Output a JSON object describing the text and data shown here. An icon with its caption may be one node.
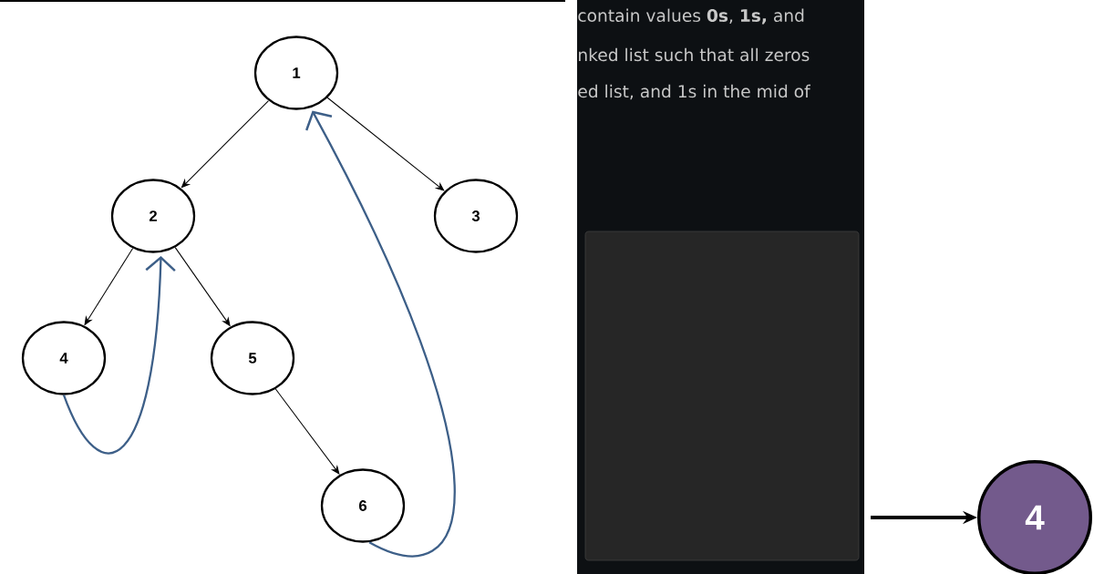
{
  "diagram": {
    "nodes": [
      {
        "text": [
          "1"
        ]
      },
      {
        "text": [
          "2"
        ]
      },
      {
        "text": [
          "3"
        ]
      },
      {
        "text": [
          "4"
        ]
      },
      {
        "text": [
          "5"
        ]
      },
      {
        "text": [
          "6"
        ]
      },
      {
        "text": [
          "4"
        ]
      }
    ],
    "edges": [
      {
        "from": 0,
        "to": 1,
        "arrow": "to"
      },
      {
        "from": 0,
        "to": 2,
        "arrow": "to"
      },
      {
        "from": 1,
        "to": 3,
        "arrow": "to"
      },
      {
        "from": 1,
        "to": 4,
        "arrow": "to"
      },
      {
        "from": 4,
        "to": 5,
        "arrow": "to"
      },
      {
        "from": 3,
        "to": 1,
        "arrow": "to",
        "color": "#3d5f88"
      },
      {
        "from": 5,
        "to": 0,
        "arrow": "to",
        "color": "#3d5f88"
      },
      {
        "from": null,
        "to": 6,
        "arrow": "to",
        "style": "thick"
      }
    ],
    "labels": [
      "contain values **0s**, **1s,** and",
      "nked list such that all zeros",
      "ed list, and 1s in the mid of"
    ]
  }
}
